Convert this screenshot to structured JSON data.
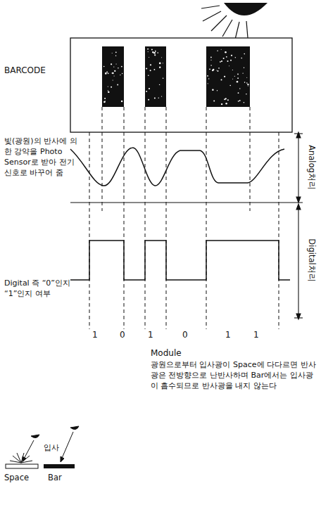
{
  "diagram": {
    "labels": [
      "BARCODE",
      "빛(광원)의 반사에 의한 강약을 Photo Sensor로 받아 전기 신호로 바꾸어 줌",
      "Analog처리",
      "Digital처리",
      "Digital 즉 “0”인지 “1”인지 여부",
      "1",
      "0",
      "1",
      "0",
      "1",
      "1",
      "Module",
      "광원으로부터 입사광이 Space에 다다르면 반사광은 전방향으로 난반사하며 Bar에서는 입사광이 흡수되므로 반사광을 내지 않는다",
      "입사",
      "Space",
      "Bar"
    ]
  }
}
